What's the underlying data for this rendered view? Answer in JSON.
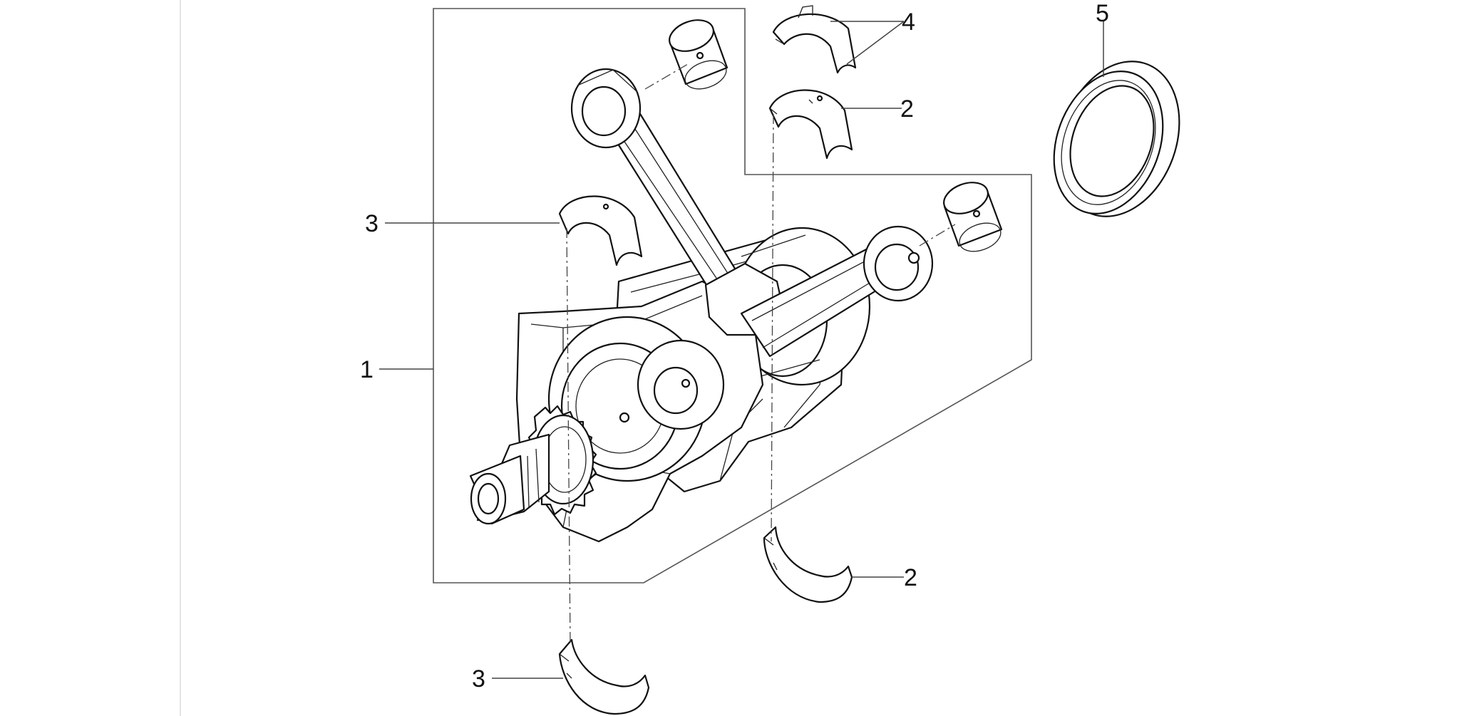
{
  "callouts": {
    "c1": "1",
    "c2_top": "2",
    "c2_bottom": "2",
    "c3_top": "3",
    "c3_bottom": "3",
    "c4": "4",
    "c5": "5"
  },
  "parts": {
    "crankshaft_assembly": "crankshaft-assembly",
    "connecting_rod": "connecting-rod",
    "main_bearing_shell": "main-bearing-shell",
    "rod_bearing_shell": "rod-bearing-shell",
    "thrust_washer": "thrust-washer",
    "oil_seal": "oil-seal",
    "piston_pin_bushing": "piston-pin-bushing"
  },
  "colors": {
    "line": "#111111",
    "background": "#ffffff"
  }
}
